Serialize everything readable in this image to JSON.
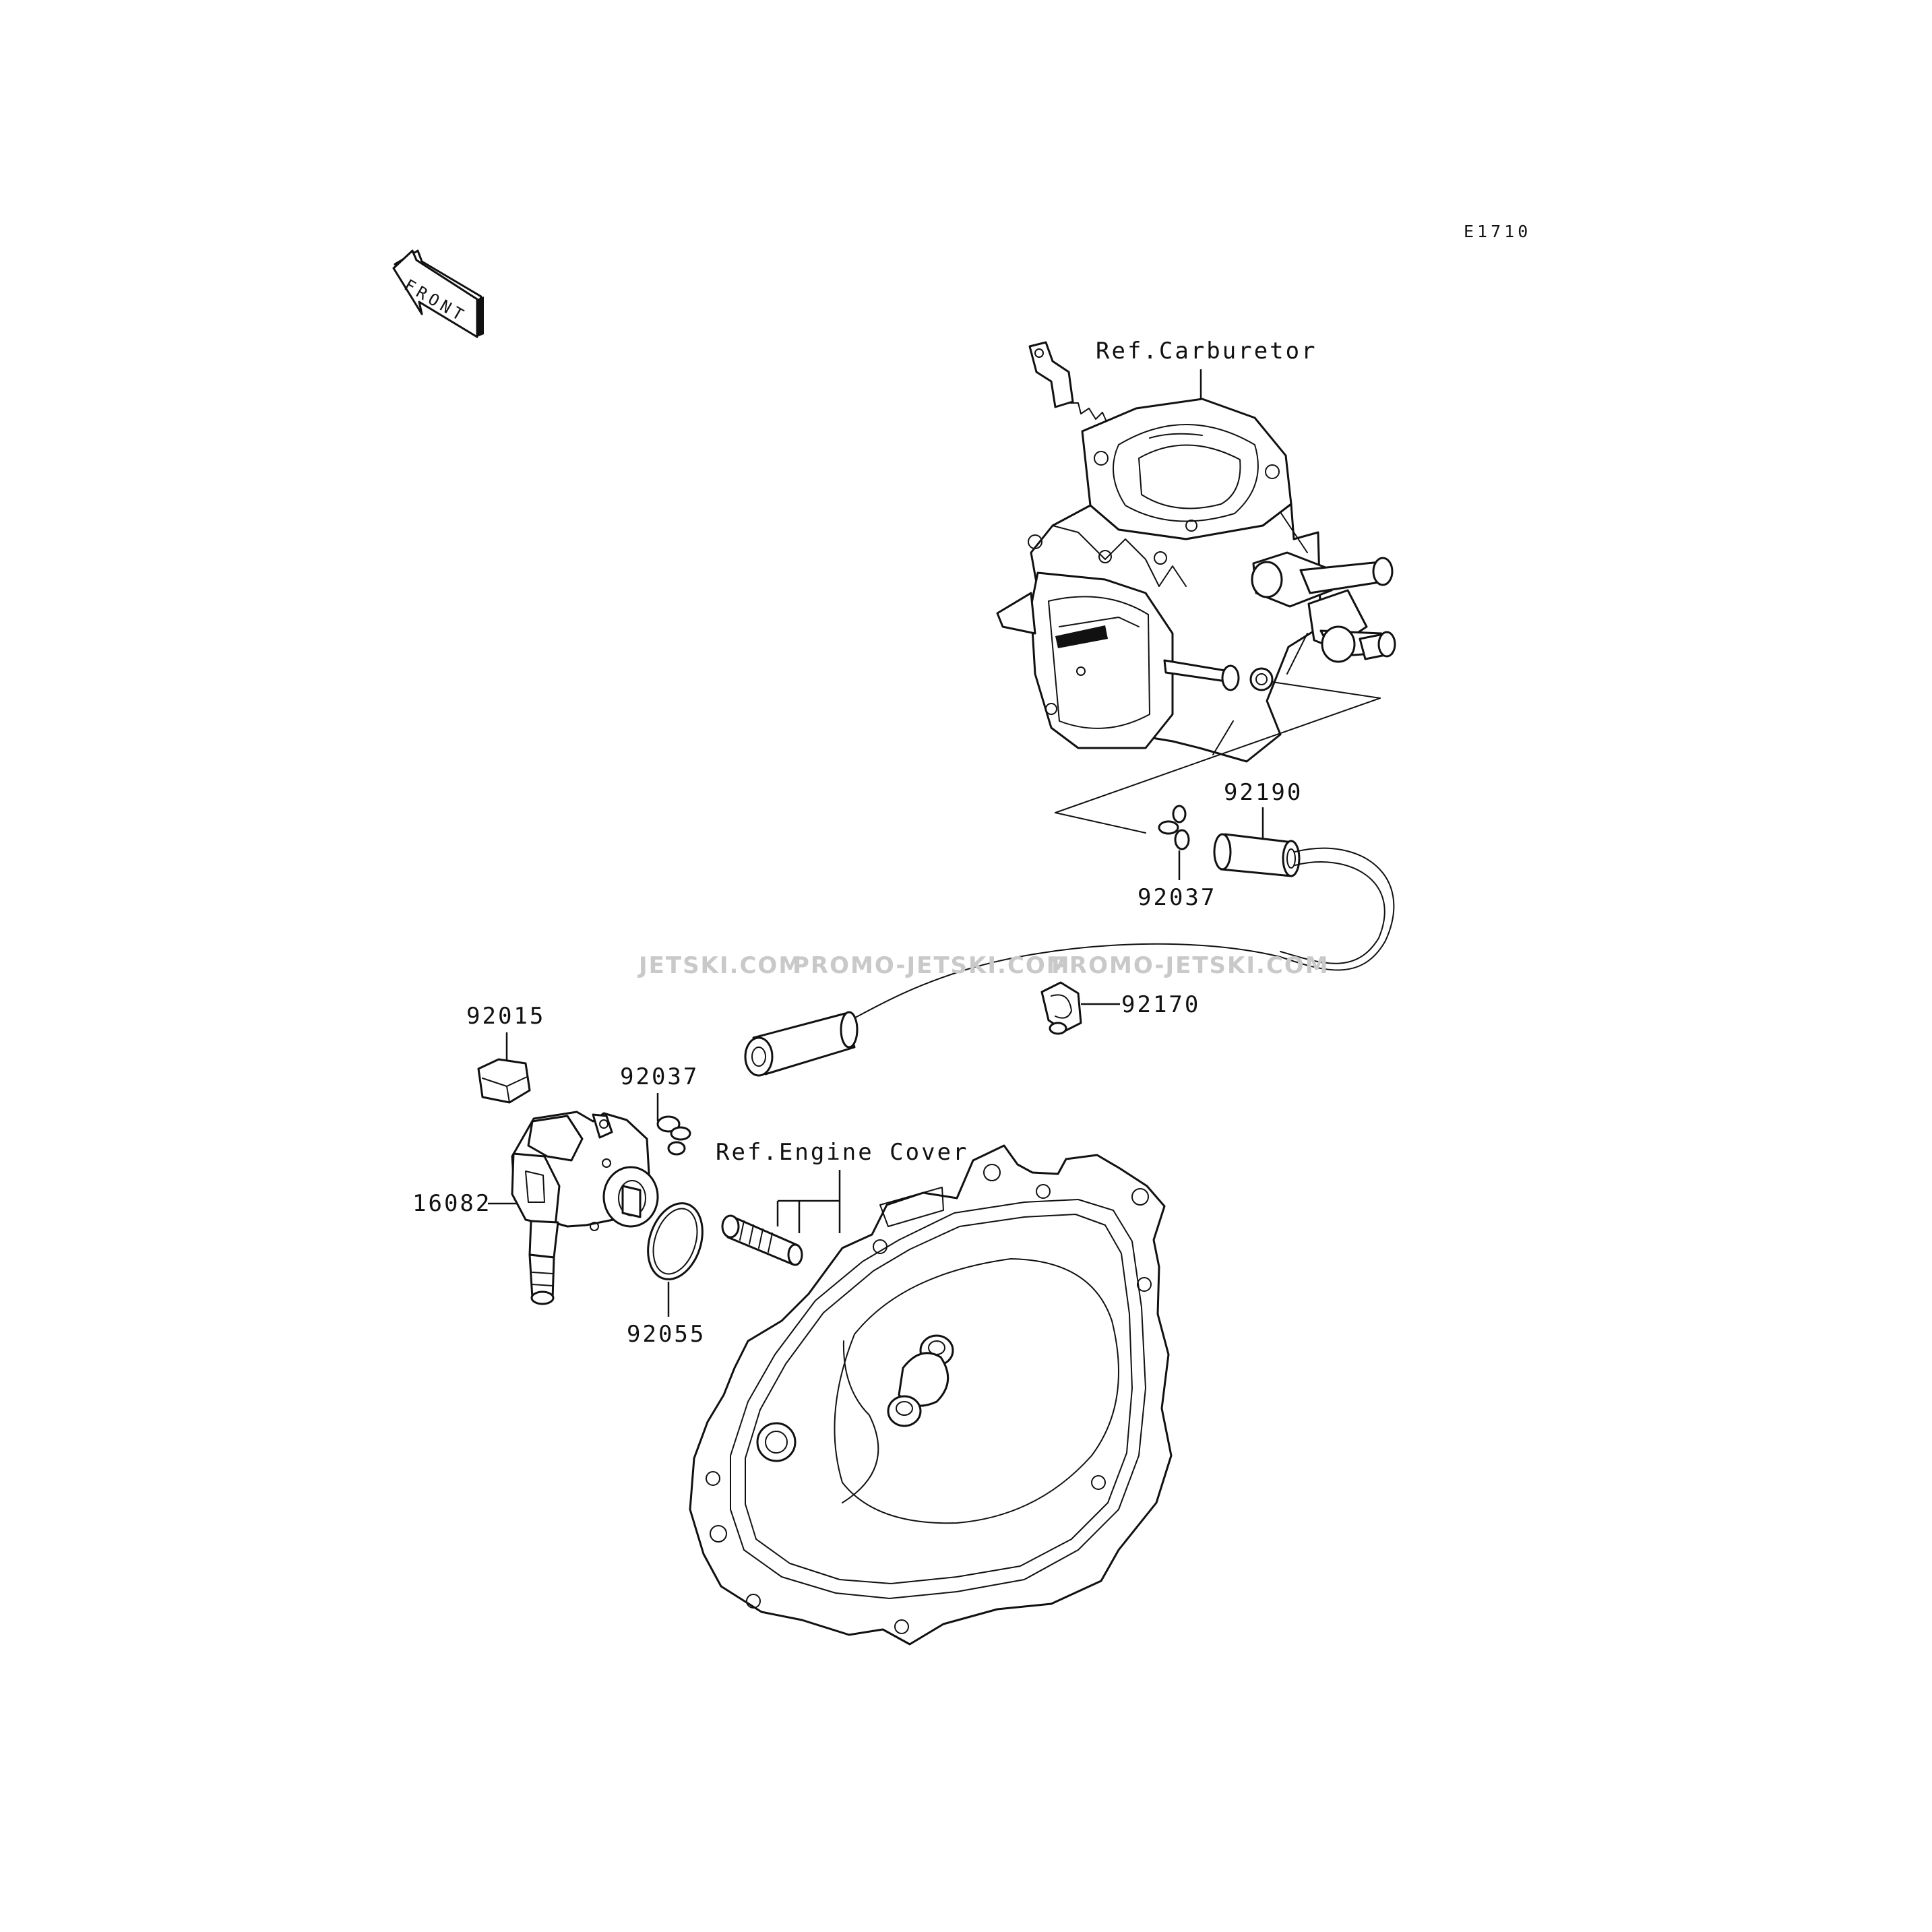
{
  "diagram_code": "E1710",
  "front_arrow_text": "FRONT",
  "references": {
    "carburetor": "Ref.Carburetor",
    "engine_cover": "Ref.Engine Cover"
  },
  "part_numbers": {
    "p92190": "92190",
    "p92037_top": "92037",
    "p92170": "92170",
    "p92015": "92015",
    "p92037_left": "92037",
    "p16082": "16082",
    "p92055": "92055"
  },
  "watermark": {
    "part1": "JETSKI.COM",
    "part2": "PROMO-JETSKI.COM",
    "part3": "PROMO-JETSKI.COM"
  }
}
